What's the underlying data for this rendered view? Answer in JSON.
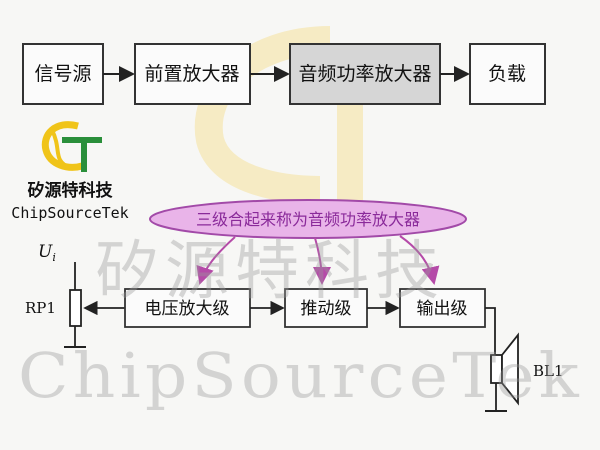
{
  "top_chain": {
    "signal_source": "信号源",
    "preamp": "前置放大器",
    "audio_power_amp": "音频功率放大器",
    "load": "负载"
  },
  "logo": {
    "cn_name": "矽源特科技",
    "en_name": "ChipSourceTek"
  },
  "callout": "三级合起来称为音频功率放大器",
  "circuit": {
    "input_label_main": "U",
    "input_label_sub": "i",
    "pot_label": "RP1",
    "voltage_amp_stage": "电压放大级",
    "driver_stage": "推动级",
    "output_stage": "输出级",
    "speaker_label": "BL1"
  },
  "watermark": {
    "cn": "矽源特科技",
    "en": "ChipSourceTek"
  },
  "colors": {
    "callout_fill": "#e9b4e9",
    "callout_stroke": "#a24aa8",
    "callout_text": "#8a2a9a",
    "arrow_magenta": "#b54aa8",
    "logo_yellow": "#f0c419",
    "logo_green": "#2a8f3a",
    "highlight_box": "#d6d6d6"
  }
}
